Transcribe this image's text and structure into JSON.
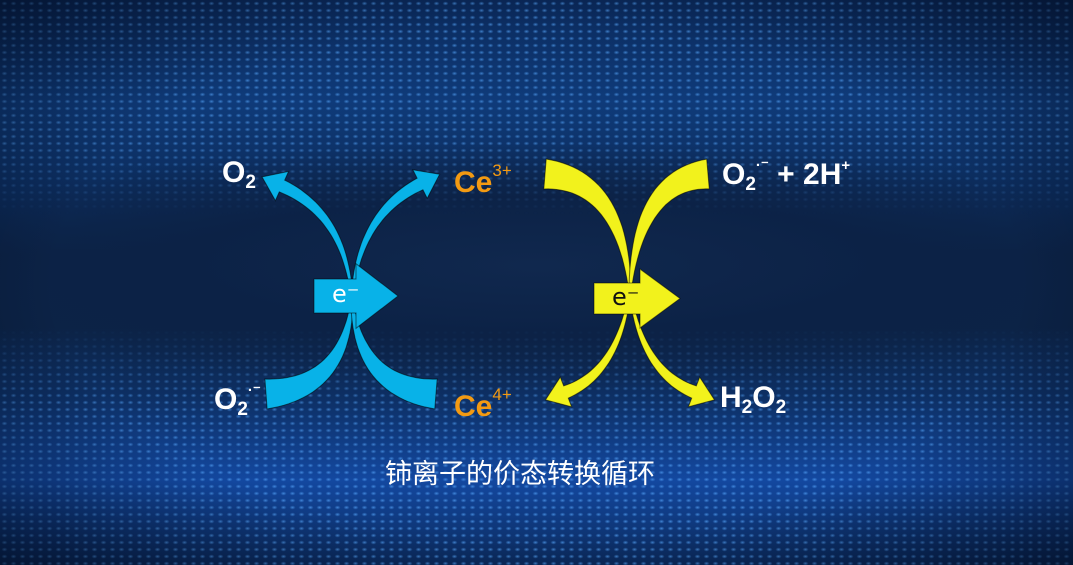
{
  "colors": {
    "blue_arrow": "#08b2e8",
    "yellow_arrow": "#f2f21c",
    "cerium": "#f39a12",
    "text": "#ffffff"
  },
  "labels": {
    "o2": {
      "main": "O",
      "sub": "2"
    },
    "superoxide_left": {
      "main": "O",
      "sub": "2",
      "sup": "·⁻"
    },
    "ce3": {
      "main": "Ce",
      "sup": "3+"
    },
    "ce4": {
      "main": "Ce",
      "sup": "4+"
    },
    "superoxide_right": {
      "main": "O",
      "sub": "2",
      "sup": "·⁻",
      "plus": " + 2H",
      "hsup": "+"
    },
    "h2o2": {
      "h": "H",
      "hsub": "2",
      "o": "O",
      "osub": "2"
    }
  },
  "electron_blue": "e⁻",
  "electron_yellow": "e⁻",
  "caption": "铈离子的价态转换循环"
}
